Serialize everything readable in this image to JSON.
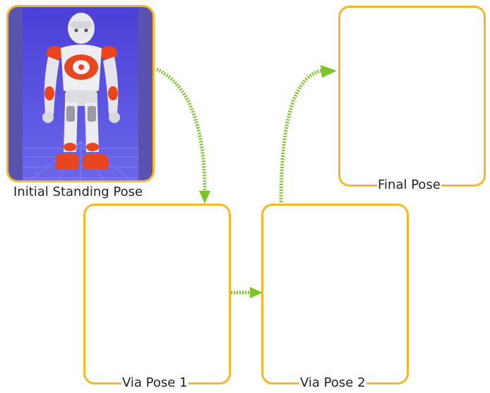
{
  "diagram": {
    "nodes": {
      "initial": {
        "label": "Initial Standing Pose"
      },
      "via1": {
        "label": "Via Pose 1"
      },
      "via2": {
        "label": "Via Pose 2"
      },
      "final": {
        "label": "Final Pose"
      }
    },
    "edges": [
      {
        "from": "initial",
        "to": "via1"
      },
      {
        "from": "via1",
        "to": "via2"
      },
      {
        "from": "via2",
        "to": "final"
      }
    ],
    "colors": {
      "box_border": "#f6b824",
      "arrow": "#7cc427",
      "robot_background": "#5a53ad"
    },
    "image": {
      "subject": "NAO humanoid robot standing",
      "icon": "robot-image"
    }
  }
}
